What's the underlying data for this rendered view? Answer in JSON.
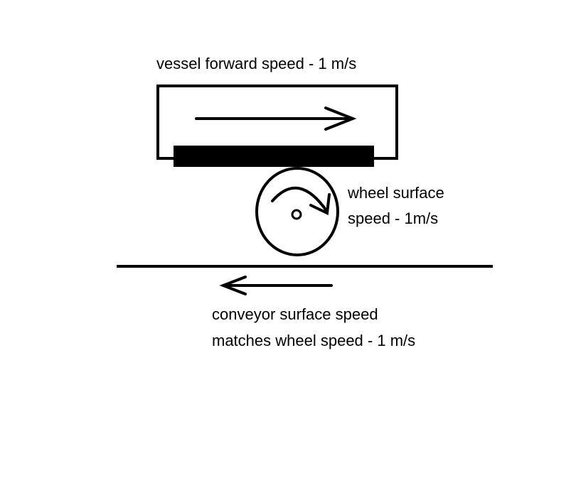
{
  "labels": {
    "vessel": "vessel forward speed - 1 m/s",
    "wheel_line1": "wheel surface",
    "wheel_line2": "speed - 1m/s",
    "conveyor_line1": "conveyor surface speed",
    "conveyor_line2": "matches wheel speed - 1 m/s"
  },
  "colors": {
    "stroke": "#000000",
    "background": "#ffffff"
  }
}
